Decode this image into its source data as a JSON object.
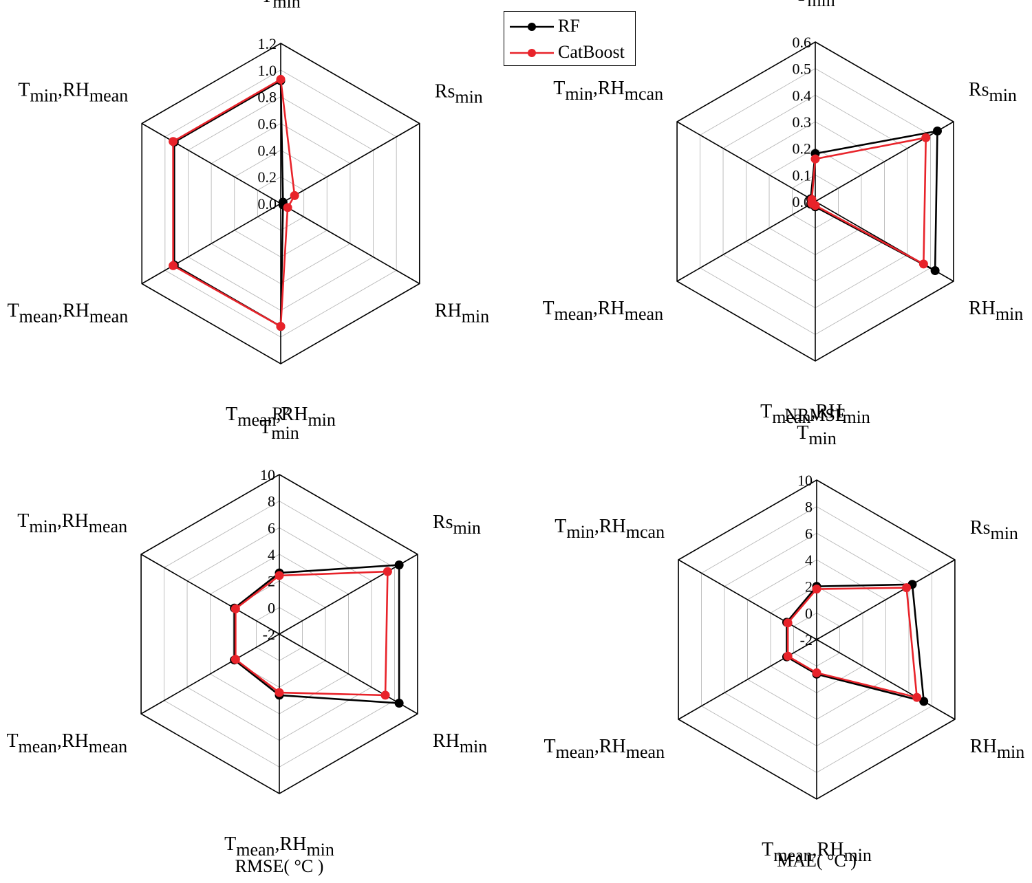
{
  "legend": [
    {
      "name": "RF",
      "color": "#000000"
    },
    {
      "name": "CatBoost",
      "color": "#e8232a"
    }
  ],
  "chart_data": [
    {
      "type": "radar",
      "title": "R²",
      "axes": [
        {
          "base": "T",
          "sub": "min"
        },
        {
          "base": "Rs",
          "sub": "min"
        },
        {
          "base": "RH",
          "sub": "min"
        },
        {
          "base": "T",
          "sub": "mean",
          "base2": "RH",
          "sub2": "min"
        },
        {
          "base": "T",
          "sub": "mean",
          "base2": "RH",
          "sub2": "mean"
        },
        {
          "base": "T",
          "sub": "min",
          "base2": "RH",
          "sub2": "mean"
        }
      ],
      "ticks": [
        "0.0",
        "0.2",
        "0.4",
        "0.6",
        "0.8",
        "1.0",
        "1.2"
      ],
      "rmin": 0,
      "rmax": 1.2,
      "series": [
        {
          "name": "RF",
          "values": [
            0.92,
            0.02,
            0.02,
            0.92,
            0.92,
            0.92
          ]
        },
        {
          "name": "CatBoost",
          "values": [
            0.93,
            0.12,
            0.06,
            0.92,
            0.93,
            0.93
          ]
        }
      ]
    },
    {
      "type": "radar",
      "title": "NRMSE",
      "axes": [
        {
          "base": "T",
          "sub": "min"
        },
        {
          "base": "Rs",
          "sub": "min"
        },
        {
          "base": "RH",
          "sub": "min"
        },
        {
          "base": "T",
          "sub": "mean",
          "base2": "RH",
          "sub2": "min"
        },
        {
          "base": "T",
          "sub": "mean",
          "base2": "RH",
          "sub2": "mean"
        },
        {
          "base": "T",
          "sub": "min",
          "base2": "RH",
          "sub2": "mcan"
        }
      ],
      "ticks": [
        "0.0",
        "0.1",
        "0.2",
        "0.3",
        "0.4",
        "0.5",
        "0.6"
      ],
      "rmin": 0,
      "rmax": 0.6,
      "series": [
        {
          "name": "RF",
          "values": [
            0.18,
            0.53,
            0.52,
            0.02,
            0.02,
            0.02
          ]
        },
        {
          "name": "CatBoost",
          "values": [
            0.16,
            0.48,
            0.47,
            0.015,
            0.015,
            0.015
          ]
        }
      ]
    },
    {
      "type": "radar",
      "title": "RMSE( °C )",
      "axes": [
        {
          "base": "T",
          "sub": "min"
        },
        {
          "base": "Rs",
          "sub": "min"
        },
        {
          "base": "RH",
          "sub": "min"
        },
        {
          "base": "T",
          "sub": "mean",
          "base2": "RH",
          "sub2": "min"
        },
        {
          "base": "T",
          "sub": "mean",
          "base2": "RH",
          "sub2": "mean"
        },
        {
          "base": "T",
          "sub": "min",
          "base2": "RH",
          "sub2": "mean"
        }
      ],
      "ticks": [
        "-2",
        "0",
        "2",
        "4",
        "6",
        "8",
        "10"
      ],
      "rmin": -2,
      "rmax": 10,
      "series": [
        {
          "name": "RF",
          "values": [
            2.6,
            8.4,
            8.4,
            2.6,
            1.9,
            1.9
          ]
        },
        {
          "name": "CatBoost",
          "values": [
            2.4,
            7.4,
            7.2,
            2.4,
            1.8,
            1.8
          ]
        }
      ]
    },
    {
      "type": "radar",
      "title": "MAE( °C )",
      "axes": [
        {
          "base": "T",
          "sub": "min"
        },
        {
          "base": "Rs",
          "sub": "min"
        },
        {
          "base": "RH",
          "sub": "min"
        },
        {
          "base": "T",
          "sub": "mean",
          "base2": "RH",
          "sub2": "min"
        },
        {
          "base": "T",
          "sub": "mean",
          "base2": "RH",
          "sub2": "mean"
        },
        {
          "base": "T",
          "sub": "min",
          "base2": "RH",
          "sub2": "mcan"
        }
      ],
      "ticks": [
        "-2",
        "0",
        "2",
        "4",
        "6",
        "8",
        "10"
      ],
      "rmin": -2,
      "rmax": 10,
      "series": [
        {
          "name": "RF",
          "values": [
            2.0,
            6.3,
            7.3,
            0.6,
            0.6,
            0.6
          ]
        },
        {
          "name": "CatBoost",
          "values": [
            1.8,
            5.8,
            6.7,
            0.5,
            0.5,
            0.5
          ]
        }
      ]
    }
  ]
}
